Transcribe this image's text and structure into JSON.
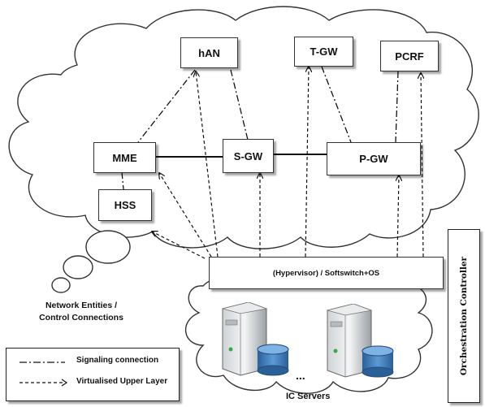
{
  "nodes": {
    "han": "hAN",
    "tgw": "T-GW",
    "pcrf": "PCRF",
    "mme": "MME",
    "sgw": "S-GW",
    "pgw": "P-GW",
    "hss": "HSS"
  },
  "hypervisor": "(Hypervisor) / Softswitch+OS",
  "labels": {
    "network_entities_line1": "Network Entities /",
    "network_entities_line2": "Control Connections",
    "ellipsis": "...",
    "ic_servers": "IC Servers"
  },
  "legend": {
    "signaling": "Signaling connection",
    "virtualised": "Virtualised Upper Layer"
  },
  "orchestration": "Orchestration Controller",
  "icons": {
    "server": "server-tower-icon",
    "database": "database-cylinder-icon"
  },
  "colors": {
    "box_border": "#333333",
    "database_blue": "#3a78b8",
    "line": "#111111"
  }
}
